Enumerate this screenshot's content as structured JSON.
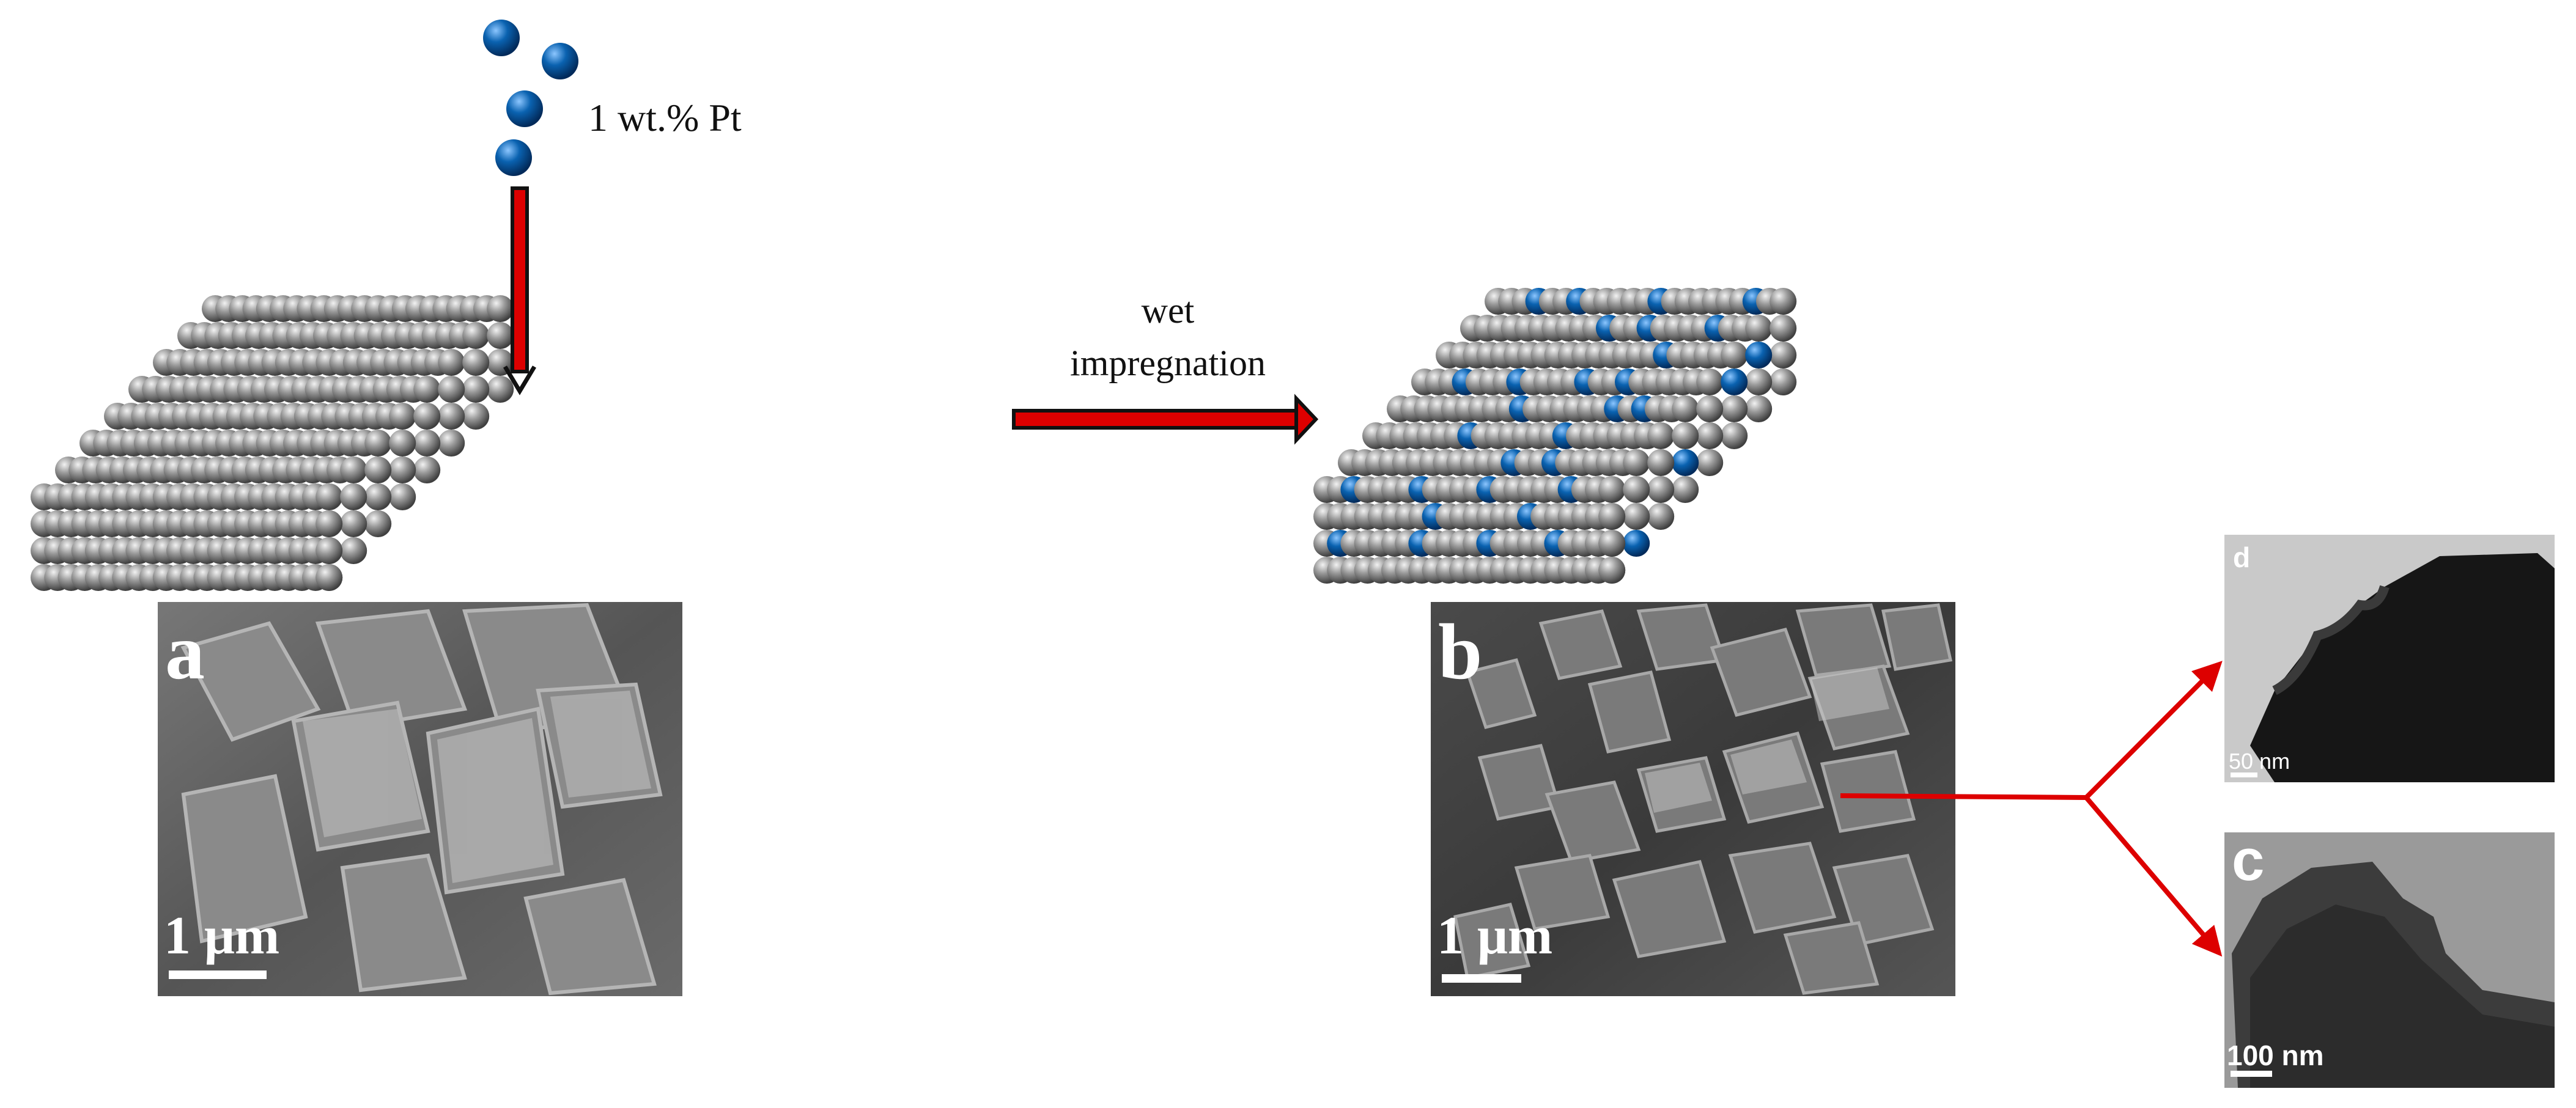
{
  "pt_label": "1 wt.% Pt",
  "process_label_line1": "wet",
  "process_label_line2": "impregnation",
  "panels": {
    "a": {
      "letter": "a",
      "scale": "1 μm"
    },
    "b": {
      "letter": "b",
      "scale": "1 μm"
    },
    "c": {
      "letter": "c",
      "scale": "100 nm"
    },
    "d": {
      "letter": "d",
      "scale": "50 nm"
    }
  },
  "colors": {
    "support_sphere": "#8c8c8c",
    "pt_sphere": "#0a62b0",
    "arrow_red": "#cc0000"
  }
}
